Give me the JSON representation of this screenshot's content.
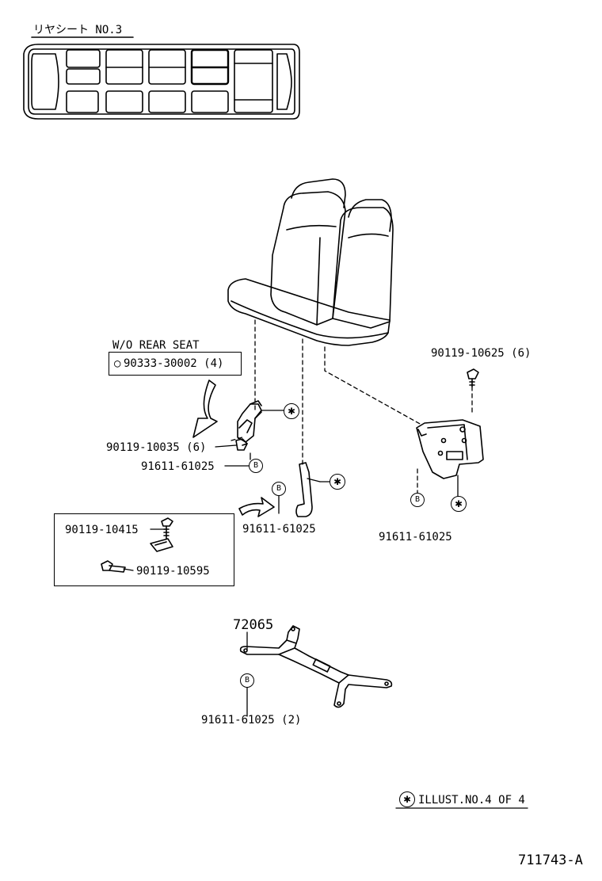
{
  "header": {
    "title": "リヤシート NO.3"
  },
  "callouts": {
    "wo_rear_seat": "W/O REAR SEAT",
    "alt_part": "90333-30002 (4)",
    "part_top_right": "90119-10625 (6)",
    "part_left_bolt": "90119-10035 (6)",
    "part_left_b": "91611-61025",
    "part_mid_b": "91611-61025",
    "part_right_b": "91611-61025",
    "inset_top": "90119-10415",
    "inset_bottom": "90119-10595",
    "assembly": "72065",
    "part_bottom_b": "91611-61025 (2)",
    "b_mark": "B",
    "star_mark": "✱",
    "alt_symbol": "○"
  },
  "footer": {
    "illust_note": "ILLUST.NO.4  OF  4",
    "drawing_number": "711743-A"
  }
}
